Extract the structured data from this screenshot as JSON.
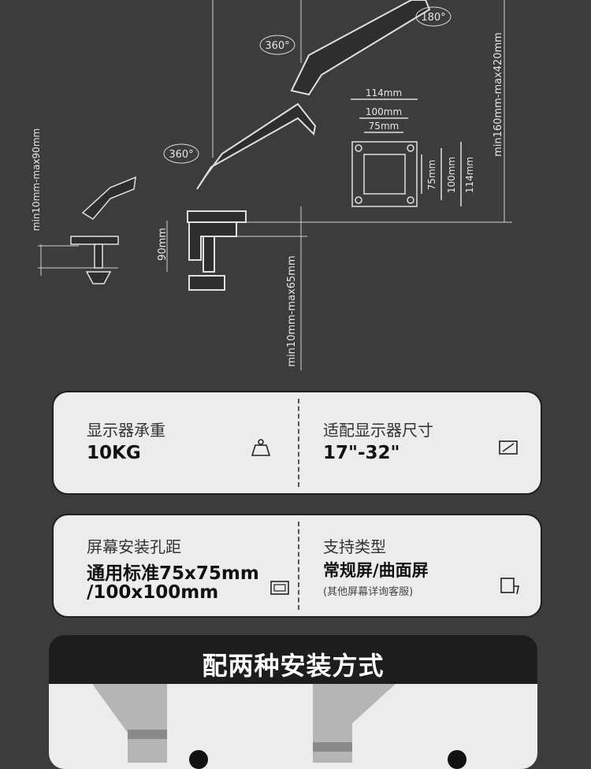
{
  "diagram": {
    "rotations": [
      "360°",
      "180°",
      "360°"
    ],
    "vesa_dims": [
      "114mm",
      "100mm",
      "75mm"
    ],
    "height_range": "min160mm-max420mm",
    "clamp_range": "min10mm-max90mm",
    "clamp_depth": "90mm",
    "desk_thickness": "min10mm-max65mm"
  },
  "specs": {
    "load_label": "显示器承重",
    "load_value": "10KG",
    "size_label": "适配显示器尺寸",
    "size_value": "17\"-32\"",
    "vesa_label": "屏幕安装孔距",
    "vesa_value_1": "通用标准75x75mm",
    "vesa_value_2": "/100x100mm",
    "type_label": "支持类型",
    "type_value": "常规屏/曲面屏",
    "type_note": "(其他屏幕详询客服)"
  },
  "methods": {
    "title": "配两种安装方式"
  }
}
